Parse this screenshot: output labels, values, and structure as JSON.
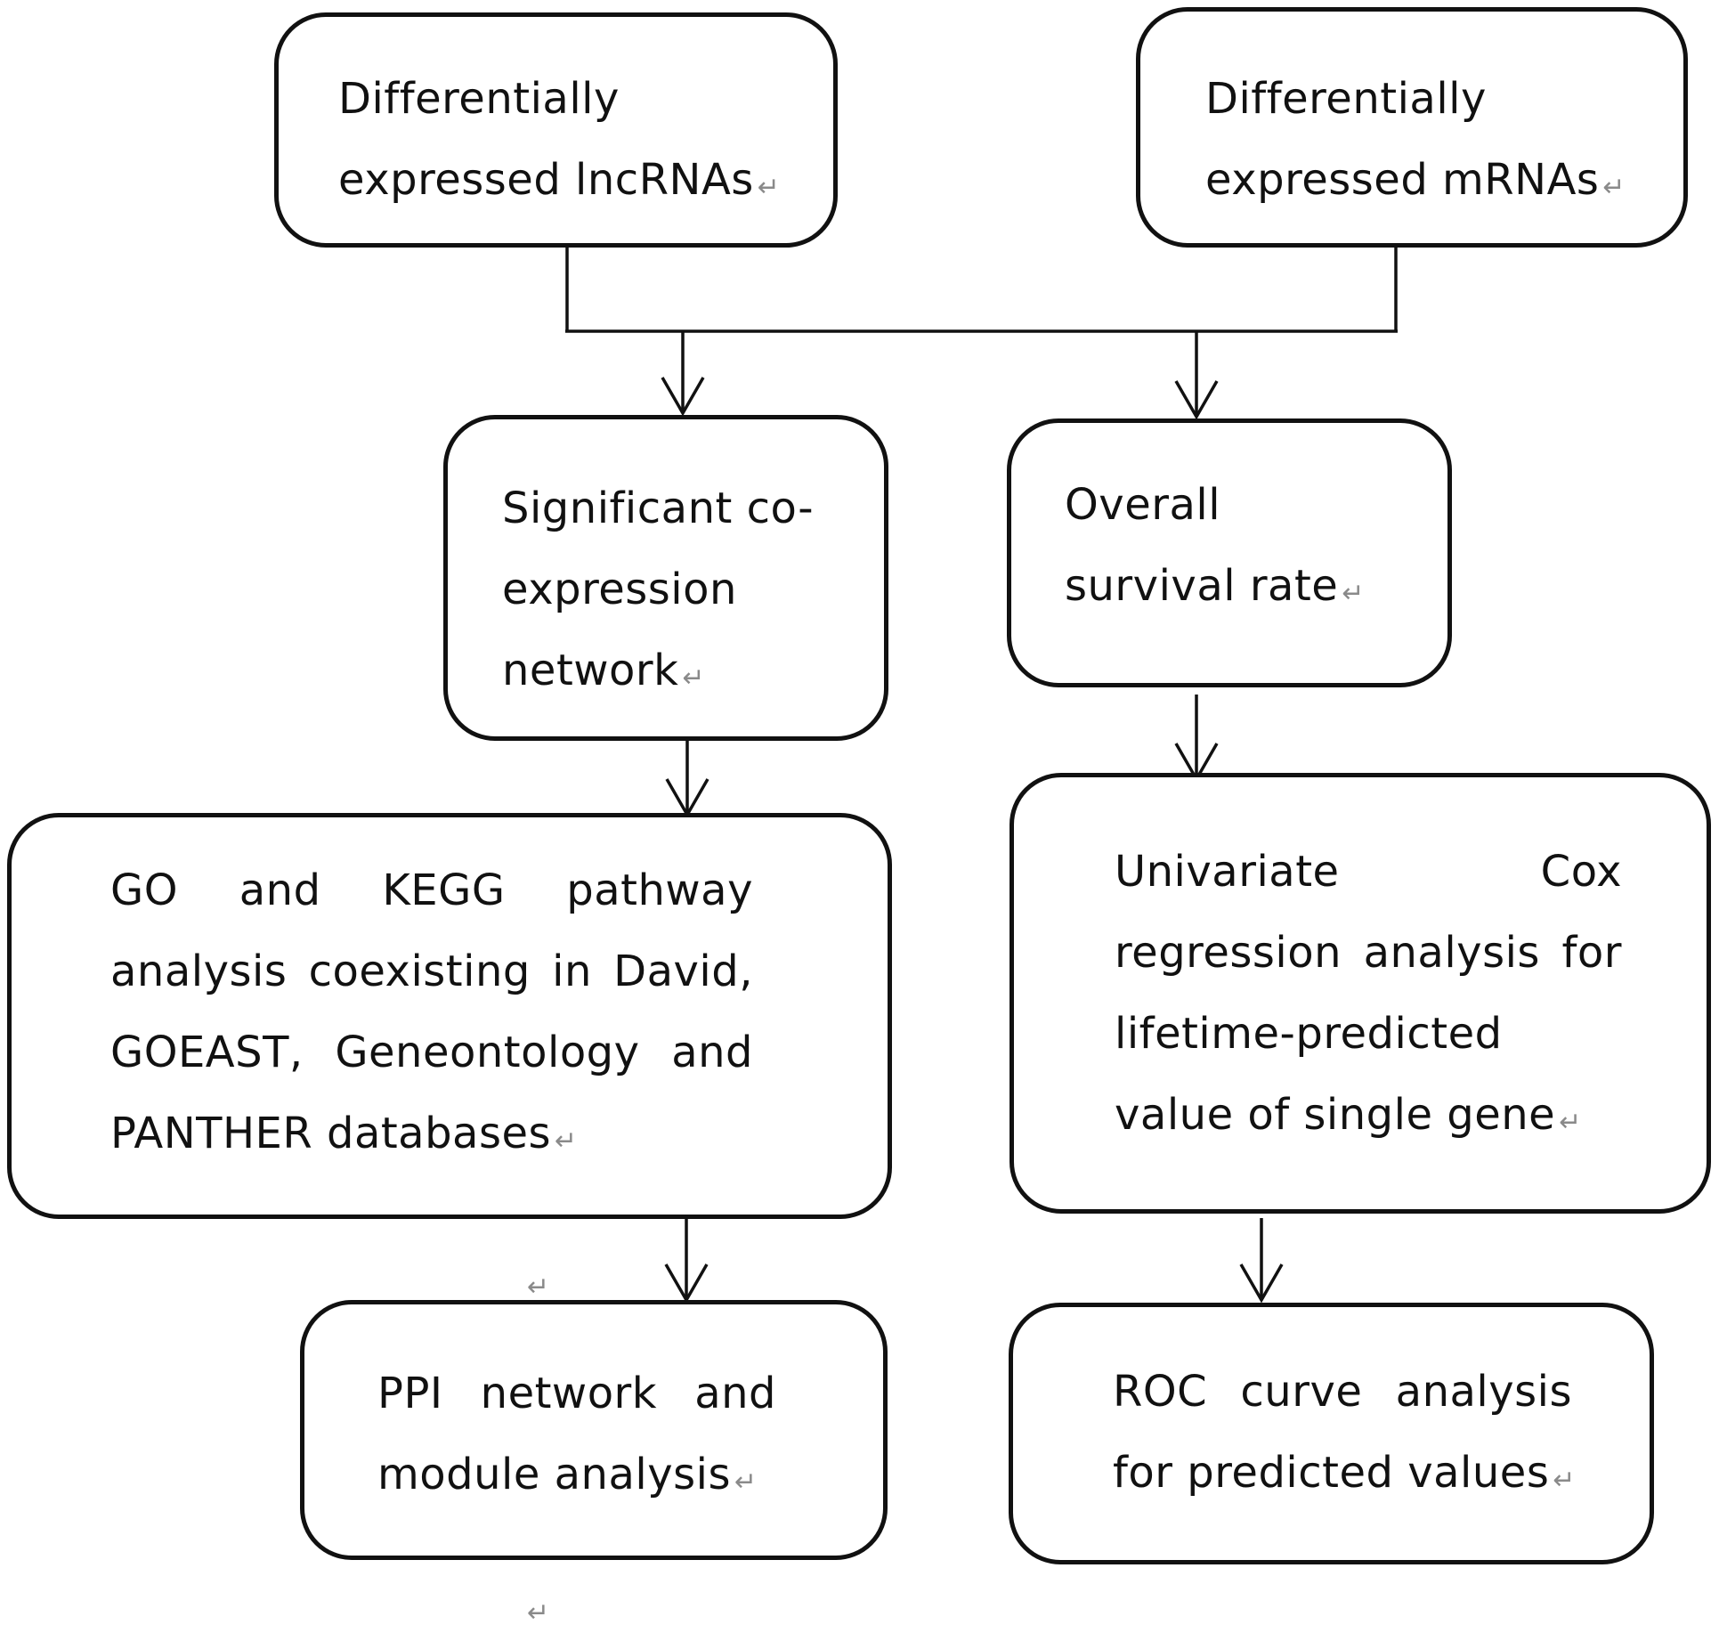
{
  "nodes": {
    "lncrna": {
      "lines": [
        "Differentially",
        "expressed lncRNAs"
      ]
    },
    "mrna": {
      "lines": [
        "Differentially",
        "expressed mRNAs"
      ]
    },
    "coexpression": {
      "lines": [
        "Significant co-",
        "expression",
        "network"
      ]
    },
    "survival": {
      "lines": [
        "Overall",
        "survival rate"
      ]
    },
    "go_kegg": {
      "lines": [
        "GO and KEGG pathway",
        "analysis coexisting in David,",
        "GOEAST, Geneontology and",
        "PANTHER databases"
      ]
    },
    "cox": {
      "lines": [
        "Univariate Cox",
        "regression analysis for",
        "lifetime-predicted",
        "value of single gene"
      ]
    },
    "ppi": {
      "lines": [
        "PPI network and",
        "module analysis"
      ]
    },
    "roc": {
      "lines": [
        "ROC curve analysis",
        "for predicted values"
      ]
    }
  },
  "return_mark": "↵"
}
